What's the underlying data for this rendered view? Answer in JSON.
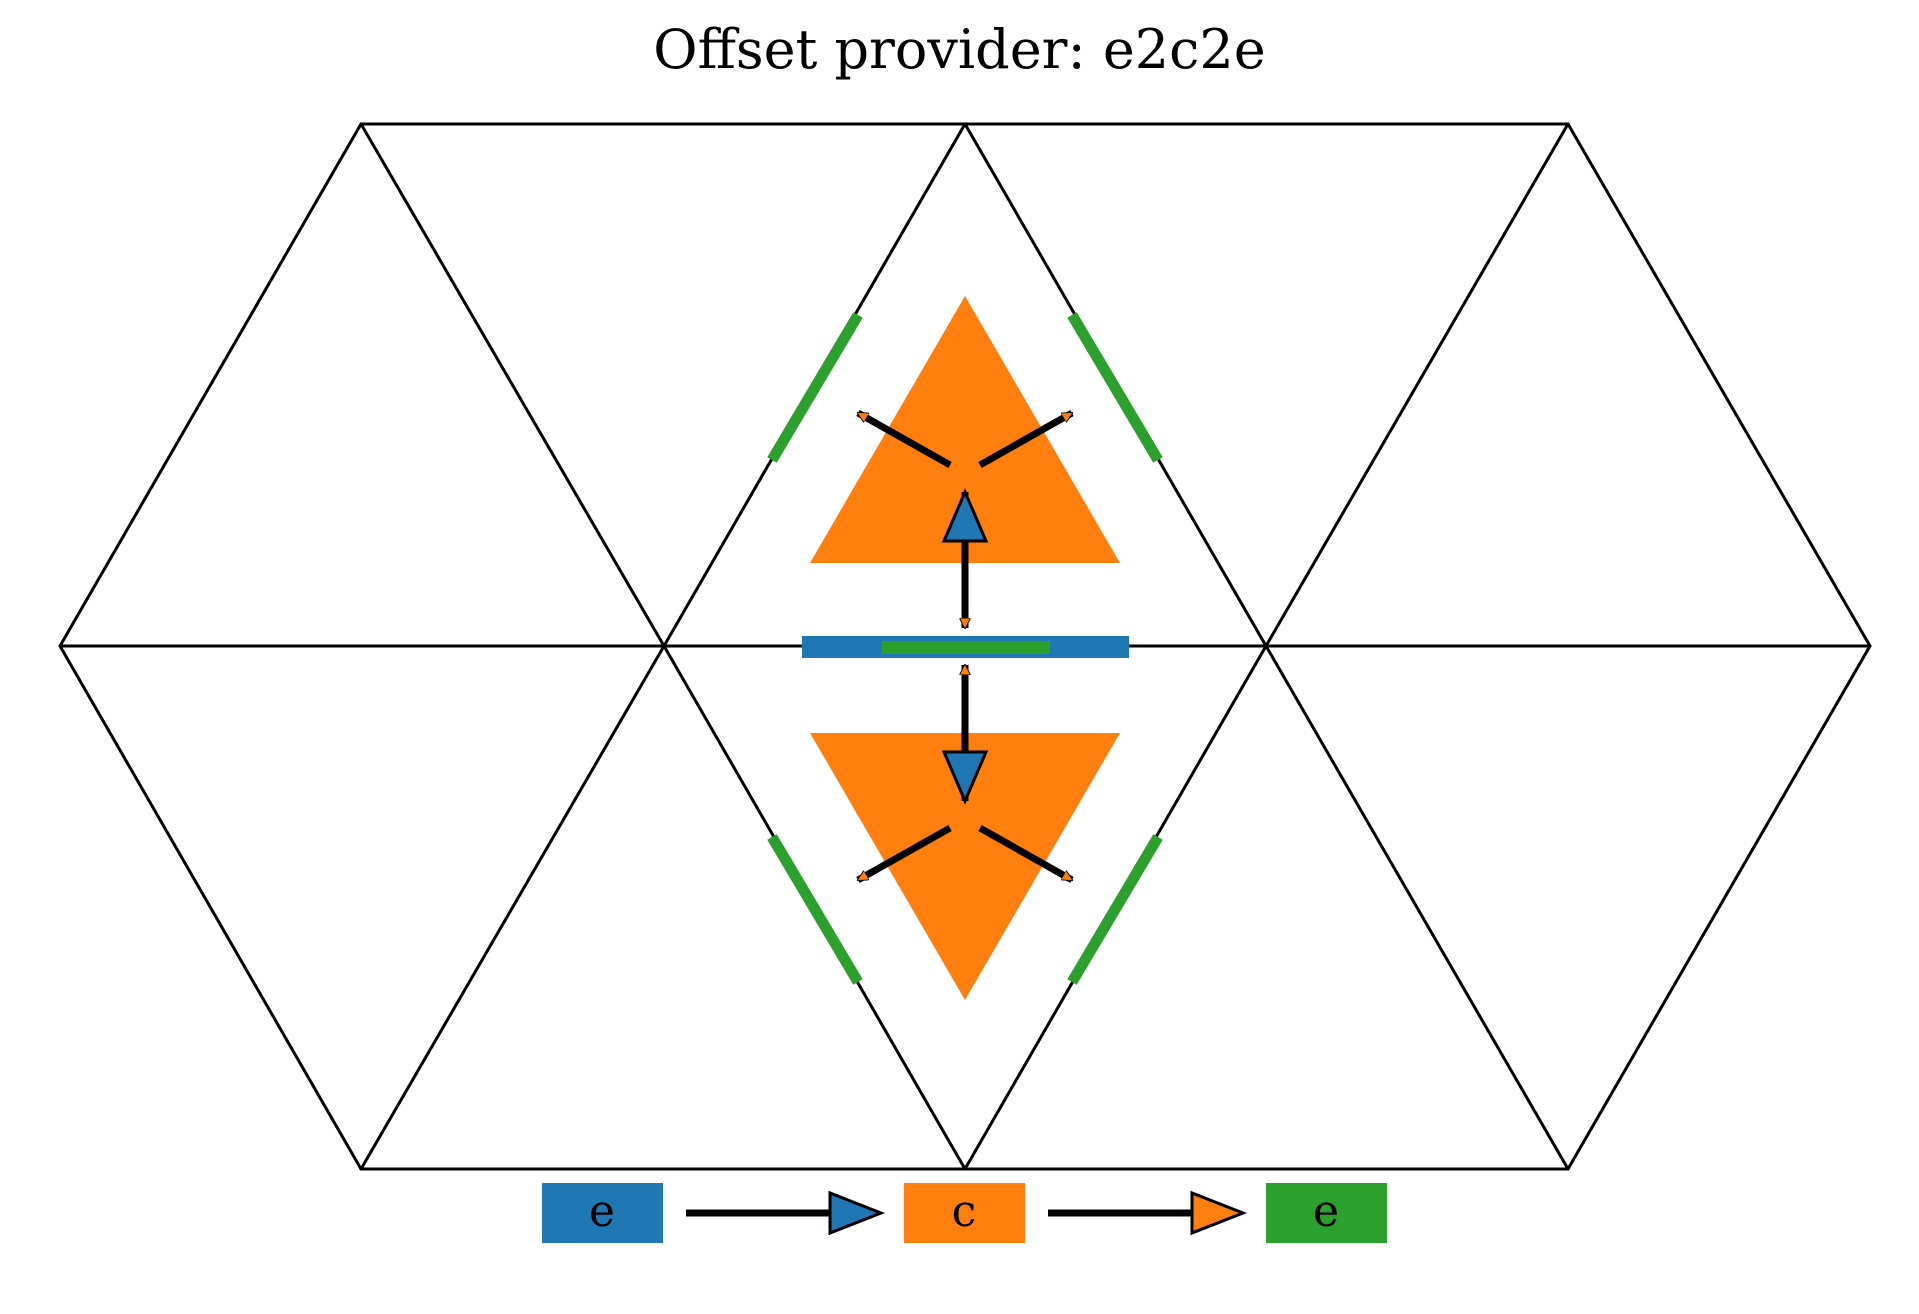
{
  "title": "Offset provider: e2c2e",
  "colors": {
    "source_edge": "#1f77b4",
    "cell": "#ff7f0e",
    "target_edge": "#2ca02c",
    "mesh_line": "#000000"
  },
  "legend": {
    "source_label": "e",
    "middle_label": "c",
    "target_label": "e"
  }
}
